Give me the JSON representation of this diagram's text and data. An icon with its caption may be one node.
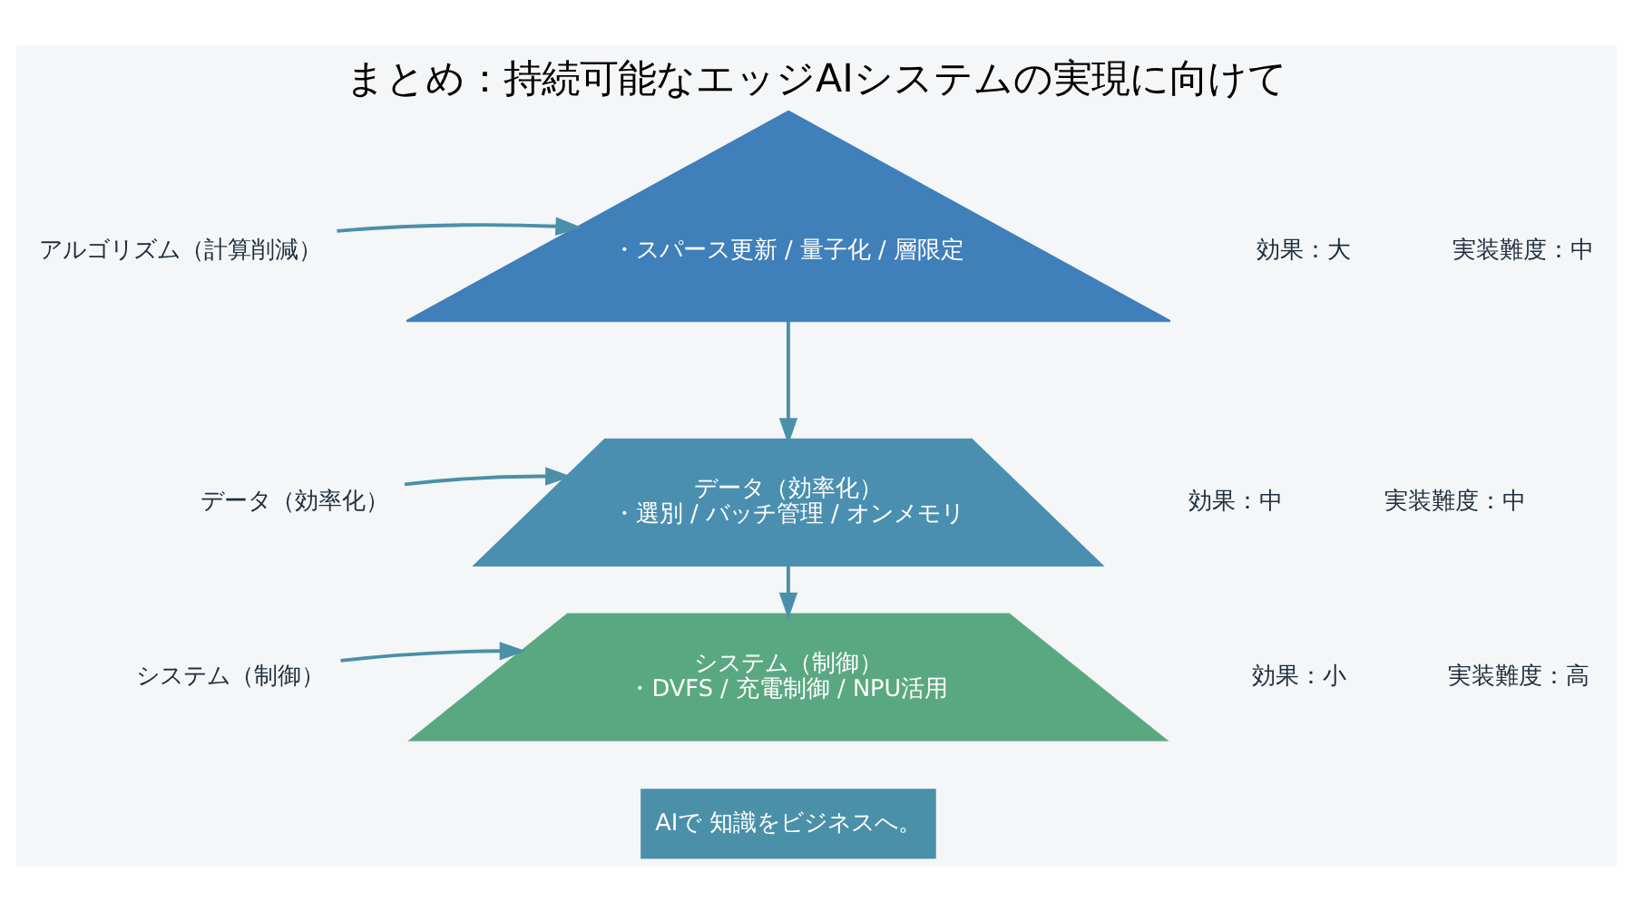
{
  "diagram": {
    "title": "まとめ：持続可能なエッジAIシステムの実現に向けて",
    "nodes": [
      {
        "text": [
          "・スパース更新 / 量子化 / 層限定"
        ]
      },
      {
        "text": [
          "データ（効率化）",
          "・選別 / バッチ管理 / オンメモリ"
        ]
      },
      {
        "text": [
          "システム（制御）",
          "・DVFS / 充電制御 / NPU活用"
        ]
      },
      {
        "text": [
          "アルゴリズム（計算削減）"
        ]
      },
      {
        "text": [
          "データ（効率化）"
        ]
      },
      {
        "text": [
          "システム（制御）"
        ]
      }
    ],
    "edges": [
      {
        "from": 0,
        "to": 1,
        "arrow": "to"
      },
      {
        "from": 1,
        "to": 2,
        "arrow": "to"
      },
      {
        "from": 3,
        "to": 0,
        "arrow": "to"
      },
      {
        "from": 4,
        "to": 1,
        "arrow": "to"
      },
      {
        "from": 5,
        "to": 2,
        "arrow": "to"
      }
    ],
    "labels": [
      "効果：大",
      "実装難度：中",
      "効果：中",
      "実装難度：中",
      "効果：小",
      "実装難度：高",
      "AIで 知識をビジネスへ。"
    ]
  }
}
